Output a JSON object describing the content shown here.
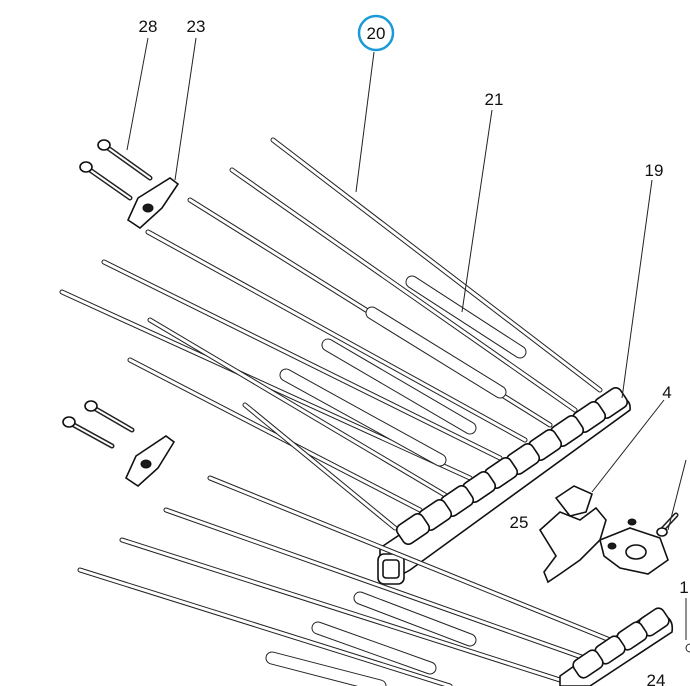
{
  "diagram": {
    "callouts": {
      "c28": "28",
      "c23": "23",
      "c20": "20",
      "c21": "21",
      "c19": "19",
      "c4": "4",
      "c25": "25",
      "c1": "1",
      "c24": "24"
    },
    "highlight_color": "#1a9ad6",
    "line_color": "#222222"
  }
}
